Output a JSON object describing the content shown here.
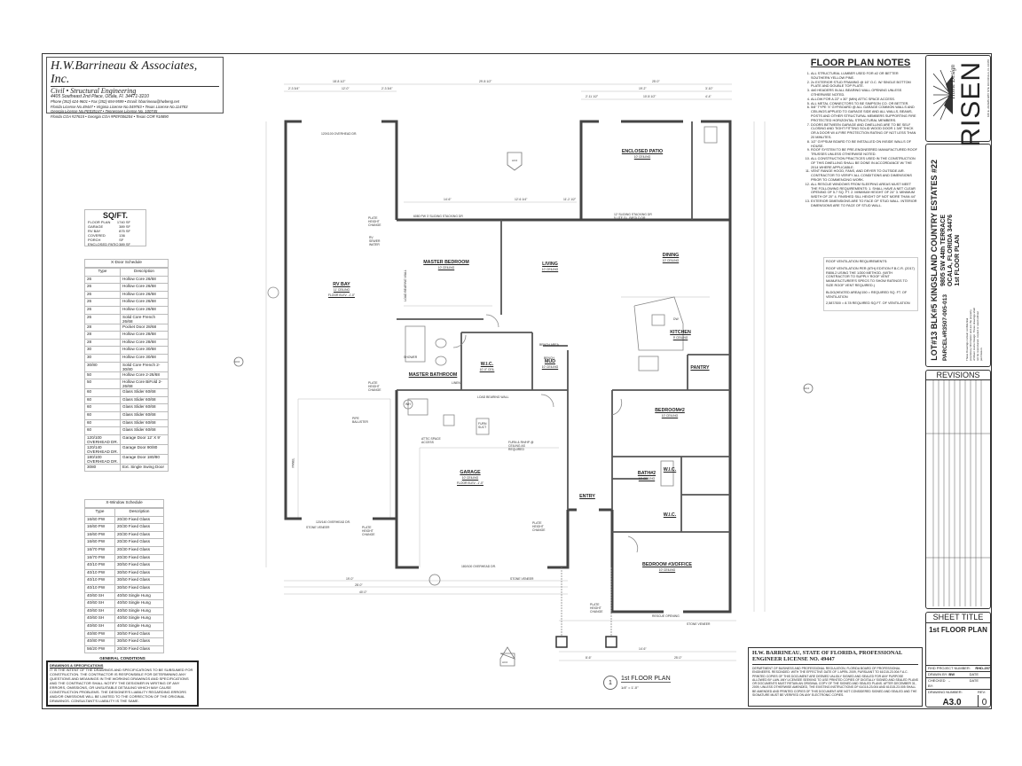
{
  "company": {
    "name": "H.W.Barrineau & Associates, Inc.",
    "discipline": "Civil • Structural Engineering",
    "address": "4405 Southeast 2nd Place, Ocala, Fl. 34471-3210",
    "phone": "Phone (352) 624-9601 • Fax (352) 694-9599 • Email: hbarrineau@hwbeng.net",
    "lic1": "Florida License No.49447 • Virginia License No.049783 • Texas License No.114783",
    "lic2": "Georgia License No.PE035147 • Tennessee License No. 100745",
    "lic3": "Florida COA #27615 • Georgia COA #PEF006204 • Texas COR #18890"
  },
  "sqft": {
    "title": "SQ/FT.",
    "rows": [
      {
        "label": "FLOOR PLAN",
        "value": "1740 SF"
      },
      {
        "label": "GARAGE",
        "value": "389 SF"
      },
      {
        "label": "RV BAY",
        "value": "875 SF"
      },
      {
        "label": "COVERED PORCH",
        "value": "136 SF"
      },
      {
        "label": "ENCLOSED PATIO",
        "value": "389 SF"
      }
    ]
  },
  "door_schedule": {
    "title": "X-Door Schedule",
    "headers": [
      "Type",
      "Description"
    ],
    "rows": [
      [
        "26",
        "Hollow Core 26/68"
      ],
      [
        "26",
        "Hollow Core 26/68"
      ],
      [
        "26",
        "Hollow Core 26/68"
      ],
      [
        "26",
        "Hollow Core 26/68"
      ],
      [
        "26",
        "Hollow Core 26/68"
      ],
      [
        "26",
        "Solid Core French 26/68"
      ],
      [
        "28",
        "Pocket Door 28/68"
      ],
      [
        "28",
        "Hollow Core 28/68"
      ],
      [
        "28",
        "Hollow Core 28/68"
      ],
      [
        "30",
        "Hollow Core 30/68"
      ],
      [
        "30",
        "Hollow Core 30/68"
      ],
      [
        "30/80",
        "Solid Core French 2-30/80"
      ],
      [
        "50",
        "Hollow Core 2-26/68"
      ],
      [
        "50",
        "Hollow Core BiFold 2-26/68"
      ],
      [
        "60",
        "Glass Slider 60/68"
      ],
      [
        "60",
        "Glass Slider 60/68"
      ],
      [
        "60",
        "Glass Slider 60/68"
      ],
      [
        "60",
        "Glass Slider 60/68"
      ],
      [
        "60",
        "Glass Slider 60/68"
      ],
      [
        "60",
        "Glass Slider 60/68"
      ],
      [
        "120/100 OVERHEAD DR.",
        "Garage Door 12' X 9'"
      ],
      [
        "120/140 OVERHEAD DR.",
        "Garage Door 90/80"
      ],
      [
        "180/100 OVERHEAD DR.",
        "Garage Door 180/80"
      ],
      [
        "3080",
        "Ext. Single Swing Door"
      ]
    ]
  },
  "window_schedule": {
    "title": "X-Window Schedule",
    "headers": [
      "Type",
      "Description"
    ],
    "rows": [
      [
        "16/60 PW",
        "20/30 Fixed Glass"
      ],
      [
        "16/60 PW",
        "20/30 Fixed Glass"
      ],
      [
        "16/60 PW",
        "20/30 Fixed Glass"
      ],
      [
        "16/60 PW",
        "20/30 Fixed Glass"
      ],
      [
        "16/70 PW",
        "20/30 Fixed Glass"
      ],
      [
        "16/70 PW",
        "20/30 Fixed Glass"
      ],
      [
        "40/10 PW",
        "30/50 Fixed Glass"
      ],
      [
        "40/10 PW",
        "30/50 Fixed Glass"
      ],
      [
        "40/10 PW",
        "30/50 Fixed Glass"
      ],
      [
        "40/10 PW",
        "30/50 Fixed Glass"
      ],
      [
        "40/60 SH",
        "40/50 Single Hung"
      ],
      [
        "40/60 SH",
        "40/50 Single Hung"
      ],
      [
        "40/60 SH",
        "40/50 Single Hung"
      ],
      [
        "40/60 SH",
        "40/50 Single Hung"
      ],
      [
        "40/60 SH",
        "40/50 Single Hung"
      ],
      [
        "40/80 PW",
        "30/50 Fixed Glass"
      ],
      [
        "40/80 PW",
        "30/50 Fixed Glass"
      ],
      [
        "56/20 PW",
        "20/30 Fixed Glass"
      ]
    ]
  },
  "general_conditions": {
    "title": "GENERAL CONDITIONS",
    "heading": "DRAWINGS & SPECIFICATIONS",
    "body": "IT IS THE INTENT OF THE DRAWINGS AND SPECIFICATIONS TO BE SUBSUMED FOR CONSTRUCTION. THE CONTRACTOR IS RESPONSIBLE FOR DETERMINING ANY QUESTIONS AND MEANINGS IN THE WORKING DRAWINGS AND SPECIFICATIONS AND THE CONTRACTOR SHALL NOTIFY THE DESIGNER IN WRITING OF ANY ERRORS, OMISSIONS, OR UNSUITABLE DETAILING WHICH MAY CAUSE CONSTRUCTION PROBLEMS. THE DESIGNER'S LIABILITY REGARDING ERRORS AND/OR OMISSIONS WILL BE LIMITED TO THE CORRECTION OF THE ORIGINAL DRAWINGS. CONSULTANT'S LIABILITY IS THE SAME."
  },
  "notes": {
    "title": "FLOOR PLAN NOTES",
    "items": [
      "ALL STRUCTURAL LUMBER USED FOR #2 OR BETTER SOUTHERN YELLOW PINE.",
      "2x EXTERIOR STUD FRAMING @ 16\" O.C. W/ SINGLE BOTTOM PLATE AND DOUBLE TOP PLATE.",
      "4#0 HEADERS IN ALL BEARING WALL OPENING UNLESS OTHERWISE NOTED.",
      "ALLOW FOR A 22\" x 30\" (MIN) ATTIC SPACE ACCESS.",
      "ALL METAL CONNECTORS TO BE SIMPSON CO. OR BETTER.",
      "5/8\" TYPE 'X' GYP.BOARD @ ALL GARAGE COMMON WALLS AND CEILINGS APPLIED TO GARAGE SIDE AND ALL WALLS, BEAMS, POSTS AND OTHER STRUCTURAL MEMBERS SUPPORTING FIRE PROTECTED HORIZONTAL STRUCTURAL MEMBERS.",
      "DOORS BETWEEN GARAGE AND DWELLING ARE TO BE SELF CLOSING AND TIGHT FITTING SOLID WOOD DOOR 1 3/8\" THICK OR A DOOR W/ A FIRE PROTECTION RATING OF NOT LESS THAN 20 MINUTES.",
      "1/2\" GYPSUM BOARD TO BE INSTALLED ON INSIDE WALLS OF HOUSE.",
      "ROOF SYSTEM TO BE PRE-ENGINEERED MANUFACTURED ROOF TRUSSES UNLESS OTHERWISE NOTED.",
      "ALL CONSTRUCTION PRACTICES USED IN THE CONSTRUCTION OF THIS DWELLING SHALL BE DONE IN ACCORDANCE W/ THE 2014 WHERE APPLICABLE.",
      "VENT RANGE HOOD, FANS, AND DRYER TO OUTSIDE AIR. CONTRACTOR TO VERIFY ALL CONDITIONS AND DIMENSIONS PRIOR TO COMMENCING WORK.",
      "ALL RESCUE WINDOWS FROM SLEEPING AREAS MUST MEET THE FOLLOWING REQUIREMENTS: 1. SHALL HAVE A NET CLEAR OPENING OF 5.7 SQ. FT. 2. MINIMUM HEIGHT OF 24\" 3. MINIMUM WIDTH OF 20\" 4. FINISHED SILL HEIGHT OF NOT MORE THAN 44\"",
      "EXTERIOR DIMENSIONS ARE TO FACE OF STUD WALL. INTERIOR DIMENSIONS ARE TO FACE OF STUD WALL."
    ]
  },
  "roof_vent": {
    "title": "ROOF VENTILATION REQUIREMENTS:",
    "p1": "ROOF VENTILATION PER (6TH) EDITION F.B.C.R. (2017) R806.2 USING THE 1/300 METHOD. (WITH CONTRACTOR TO SUPPLY ROOF VENT MANUFACTURER'S SPECS TO SHOW RATINGS TO SIZE ROOF VENT REQUIRED.)",
    "p2": "BLDG(HEATED AREA)/150 = REQUIRED SQ. FT. OF VENTILATION",
    "p3": "2,587/300 = 8.78 REQUIRED SQ.FT. OF VENTILATION"
  },
  "title_block": {
    "logo_text": "RISEN",
    "logo_sub": "Home Design",
    "logo_address": "106 E. ADAMS WAY STE 104 OCALA, FL 34470",
    "project": "LOT#13 BLK#5 KINGSLAND COUNTRY ESTATES #22",
    "address1": "9805 SW 44th TERRACE",
    "address2": "OCALA, FLORIDA 34476",
    "plan": "1st FLOOR PLAN",
    "parcel": "PARCEL#R3507-005-013",
    "disclaimer": "These Drawings contain confidential proprietary information and are the property of Risen Home Design. These drawings shall not be reproduced, copied or used without permission.",
    "revisions_title": "REVISIONS",
    "sheet_title_label": "SHEET TITLE",
    "sheet_title": "1st FLOOR PLAN",
    "rhd_project_label": "RHD PROJECT NUMBER:",
    "rhd_project": "RHD-257",
    "drawn_by_label": "DRAWN BY:",
    "drawn_by": "BW",
    "checked_by_label": "CHECKED BY:",
    "checked_by": "-",
    "date1_label": "DATE",
    "date2_label": "DATE",
    "drawing_number_label": "DRAWING NUMBER:",
    "drawing_number": "A3.0",
    "rev_label": "REV:",
    "rev": "0"
  },
  "seal": {
    "heading": "H.W. BARRINEAU, STATE OF FLORIDA, PROFESSIONAL ENGINEER LICENSE NO. 49447",
    "body": "DEPARTMENT OF BUSINESS AND PROFESSIONAL REGULATION, FLORIDA BOARD OF PROFESSIONAL ENGINEERS. RESCINDED: WITH THE EFFECTIVE DATE OF 1 APRIL 2009, PURSUANT TO 61G15-23.004 F.A.C. PRINTED COPIES OF THIS DOCUMENT ARE DEEMED VALIDLY SIGNED AND SEALED FOR ANY PURPOSE ALLOWED BY LAW. ANY LICENSEE SEEKING TO USE PRINTED COPIES OF DIGITALLY SIGNED AND SEALED PLANS OR DOCUMENTS MUST RETAIN AN ORIGINAL COPY OF THE SIGNED AND SEALED PLANS. AFTER DECEMBER 31, 2009, UNLESS OTHERWISE AMENDED, THE EXISTING INSTRUCTIONS OF 61G15-23.004 AND 61G15-23.005 SHALL BE AMENDED AND PRINTED COPIES OF THIS DOCUMENT ARE NOT CONSIDERED SIGNED AND SEALED AND THE SIGNATURE MUST BE VERIFIED ON ANY ELECTRONIC COPIES."
  },
  "plan": {
    "title_number": "1",
    "title": "1st FLOOR PLAN",
    "scale": "1/4\" = 1'-0\"",
    "rooms": [
      {
        "name": "RV BAY",
        "sub": "11' CEILING",
        "sub2": "FLOOR ELEV. -1'-0\""
      },
      {
        "name": "ENCLOSED PATIO",
        "sub": "10' CEILING"
      },
      {
        "name": "MASTER BEDROOM",
        "sub": "10' CEILING"
      },
      {
        "name": "LIVING",
        "sub": "10' CEILING"
      },
      {
        "name": "DINING",
        "sub": "10' CEILING"
      },
      {
        "name": "KITCHEN",
        "sub": "9' CEILING"
      },
      {
        "name": "PANTRY",
        "sub": ""
      },
      {
        "name": "W.I.C.",
        "sub": "10'-0\" CEIL"
      },
      {
        "name": "MUD",
        "sub": "10' CEILING"
      },
      {
        "name": "MASTER BATHROOM",
        "sub": ""
      },
      {
        "name": "BEDROOM#2",
        "sub": "10' CEILING"
      },
      {
        "name": "GARAGE",
        "sub": "10' CEILING",
        "sub2": "FLOOR ELEV. -1'-0\""
      },
      {
        "name": "ENTRY",
        "sub": ""
      },
      {
        "name": "BATH#2",
        "sub": "10' CEILING"
      },
      {
        "name": "W.I.C.",
        "sub": ""
      },
      {
        "name": "W.I.C.",
        "sub": ""
      },
      {
        "name": "BEDROOM #3/OFFICE",
        "sub": "10' CEILING"
      }
    ],
    "annotations": [
      "120X100 OVERHEAD DR.",
      "120/140 OVERHEAD DR.",
      "180/100 OVERHEAD DR.",
      "STONE VENEER",
      "STONE VENEER",
      "STONE VENEER",
      "PLATE HEIGHT CHANGE",
      "PLATE HEIGHT CHANGE",
      "PLATE HEIGHT CHANGE",
      "PLATE HEIGHT CHANGE",
      "PLATE HEIGHT CHANGE",
      "RV SEWER WATER",
      "ATTIC SPACE ACCESS",
      "FURN SUCT",
      "FURN & RH/HP @ CEILING AS REQUIRED",
      "LOAD BEARING WALL",
      "LOAD BEARING WALL",
      "RESCUE OPENING",
      "12' SLIDING STACKING DR 5 LITE GL. BIFOLD DR",
      "6080 PW 3' SLIDING STACKING DR",
      "BENCH",
      "BENCH AREA",
      "LINEN",
      "PIPE BALUSTER",
      "SHOWER",
      "DW",
      "WH",
      "PANEL"
    ],
    "dims": [
      "18'-8 1/2\"",
      "29'-8 1/2\"",
      "25'-0\"",
      "2'-3 3/4\"",
      "12'-0\"",
      "2'-3 3/4\"",
      "19'-2\"",
      "3'-10\"",
      "2'-11 1/2\"",
      "10'-8 1/2\"",
      "4'-4\"",
      "14'-6\"",
      "12'-6 1/4\"",
      "11'-2 1/2\"",
      "40'-0\"",
      "28'-0\"",
      "19'-0\"",
      "25'-0\"",
      "8'-6\"",
      "14'-6\""
    ],
    "callouts": [
      "A3.0",
      "A3.0",
      "A3.0",
      "A3.0"
    ]
  }
}
